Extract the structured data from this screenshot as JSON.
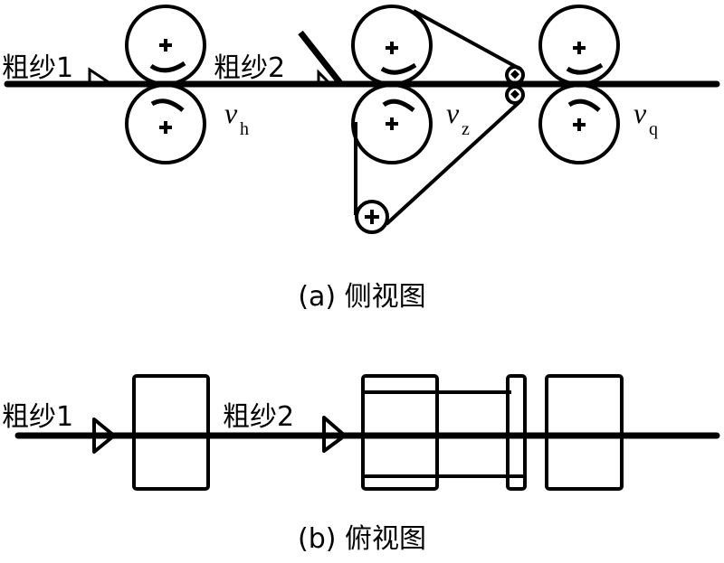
{
  "side_view": {
    "caption": "(a) 侧视图",
    "roving_1_label": "粗纱1",
    "roving_2_label": "粗纱2",
    "speed_labels": [
      {
        "symbol": "v",
        "subscript": "h"
      },
      {
        "symbol": "v",
        "subscript": "z"
      },
      {
        "symbol": "v",
        "subscript": "q"
      }
    ],
    "components": [
      "rear-roller-pair",
      "middle-roller-pair-with-apron",
      "front-roller-pair",
      "roving-guide-1",
      "roving-guide-2",
      "guide-bar",
      "tension-pulley",
      "apron-nose-rollers"
    ]
  },
  "top_view": {
    "caption": "(b) 俯视图",
    "roving_1_label": "粗纱1",
    "roving_2_label": "粗纱2",
    "components": [
      "rear-roller-box",
      "middle-roller-box",
      "apron-nose-box",
      "front-roller-box",
      "roving-guide-1",
      "roving-guide-2"
    ]
  }
}
